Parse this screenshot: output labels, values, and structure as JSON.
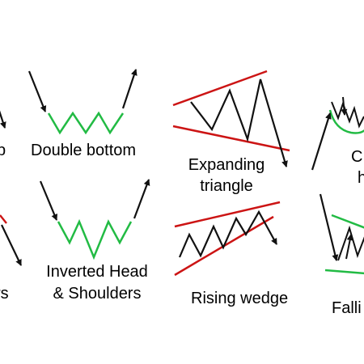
{
  "colors": {
    "ink": "#111111",
    "green": "#22bb44",
    "red": "#cc1414",
    "background": "#ffffff"
  },
  "labels": {
    "left_top": "p",
    "left_bottom": "rs",
    "double_bottom": "Double bottom",
    "expanding_line1": "Expanding",
    "expanding_line2": "triangle",
    "right_top_line1": "C",
    "right_top_line2": "h",
    "inverted_line1": "Inverted Head",
    "inverted_line2": "& Shoulders",
    "rising_wedge": "Rising wedge",
    "falling_partial": "Falli"
  },
  "patterns": [
    "double-bottom",
    "expanding-triangle",
    "cup-and-handle-partial",
    "inverted-head-and-shoulders",
    "rising-wedge",
    "falling-wedge-partial",
    "double-top-partial",
    "head-and-shoulders-partial"
  ],
  "icons": [
    "arrow-up-icon",
    "arrow-down-icon"
  ]
}
